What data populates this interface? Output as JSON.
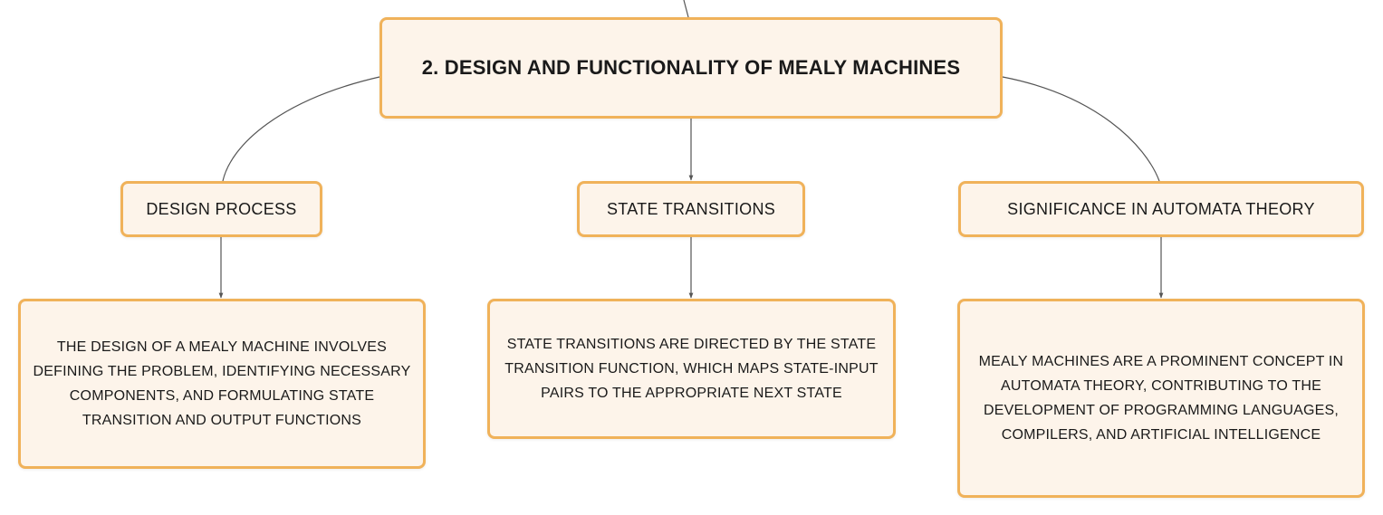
{
  "diagram": {
    "root": {
      "label": "2. DESIGN AND FUNCTIONALITY OF MEALY MACHINES"
    },
    "topics": [
      {
        "label": "DESIGN PROCESS",
        "detail": "THE DESIGN OF A MEALY MACHINE INVOLVES DEFINING THE PROBLEM, IDENTIFYING NECESSARY COMPONENTS, AND FORMULATING STATE TRANSITION AND OUTPUT FUNCTIONS"
      },
      {
        "label": "STATE TRANSITIONS",
        "detail": "STATE TRANSITIONS ARE DIRECTED BY THE STATE TRANSITION FUNCTION, WHICH MAPS STATE-INPUT PAIRS TO THE APPROPRIATE NEXT STATE"
      },
      {
        "label": "SIGNIFICANCE IN AUTOMATA THEORY",
        "detail": "MEALY MACHINES ARE A PROMINENT CONCEPT IN AUTOMATA THEORY, CONTRIBUTING TO THE DEVELOPMENT OF PROGRAMMING LANGUAGES, COMPILERS, AND ARTIFICIAL INTELLIGENCE"
      }
    ]
  },
  "colors": {
    "node_fill": "#fdf4ea",
    "node_border": "#f0b25a",
    "connector": "#555555"
  }
}
